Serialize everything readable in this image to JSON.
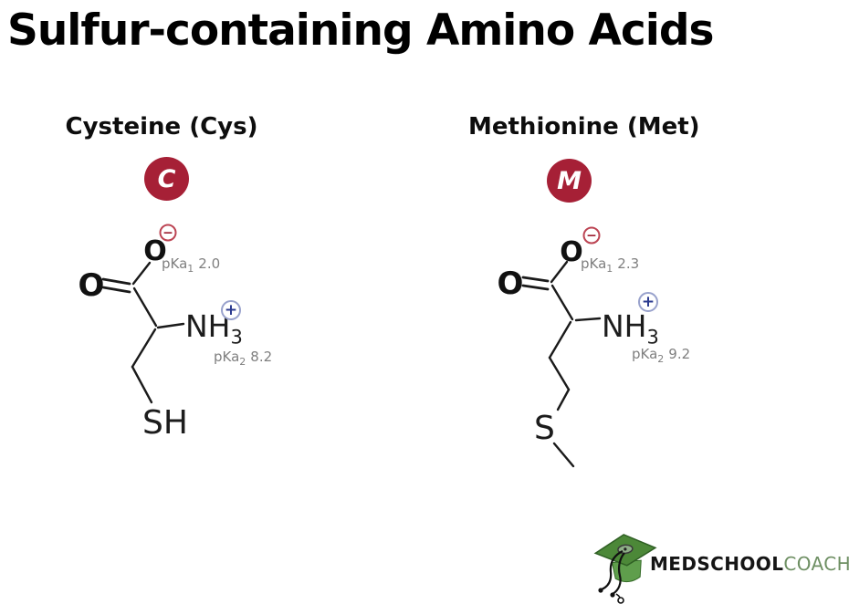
{
  "title": "Sulfur-containing Amino Acids",
  "molecules": [
    {
      "name": "Cysteine (Cys)",
      "badge": "C",
      "carbonyl_oxygen": "O",
      "carboxylate_oxygen": "O",
      "minus_charge": "−",
      "plus_charge": "+",
      "amine_group": "NH",
      "amine_subscript": "3",
      "pka1": {
        "label": "pKa",
        "sub": "1",
        "value": "2.0"
      },
      "pka2": {
        "label": "pKa",
        "sub": "2",
        "value": "8.2"
      },
      "side_chain_group": "SH"
    },
    {
      "name": "Methionine (Met)",
      "badge": "M",
      "carbonyl_oxygen": "O",
      "carboxylate_oxygen": "O",
      "minus_charge": "−",
      "plus_charge": "+",
      "amine_group": "NH",
      "amine_subscript": "3",
      "pka1": {
        "label": "pKa",
        "sub": "1",
        "value": "2.3"
      },
      "pka2": {
        "label": "pKa",
        "sub": "2",
        "value": "9.2"
      },
      "side_chain_group": "S"
    }
  ],
  "logo": {
    "brand_bold": "MEDSCHOOL",
    "brand_light": "COACH"
  },
  "colors": {
    "badge_red": "#A62036",
    "minus_ring_red": "#BC4453",
    "minus_sign_red": "#9B1B2D",
    "plus_ring_blue": "#99A2CC",
    "plus_sign_blue": "#2B3A8F",
    "pka_gray": "#7F7F7F",
    "structure_black": "#1A1A1A",
    "logo_green": "#6E8F63",
    "cap_green": "#4C8838"
  }
}
